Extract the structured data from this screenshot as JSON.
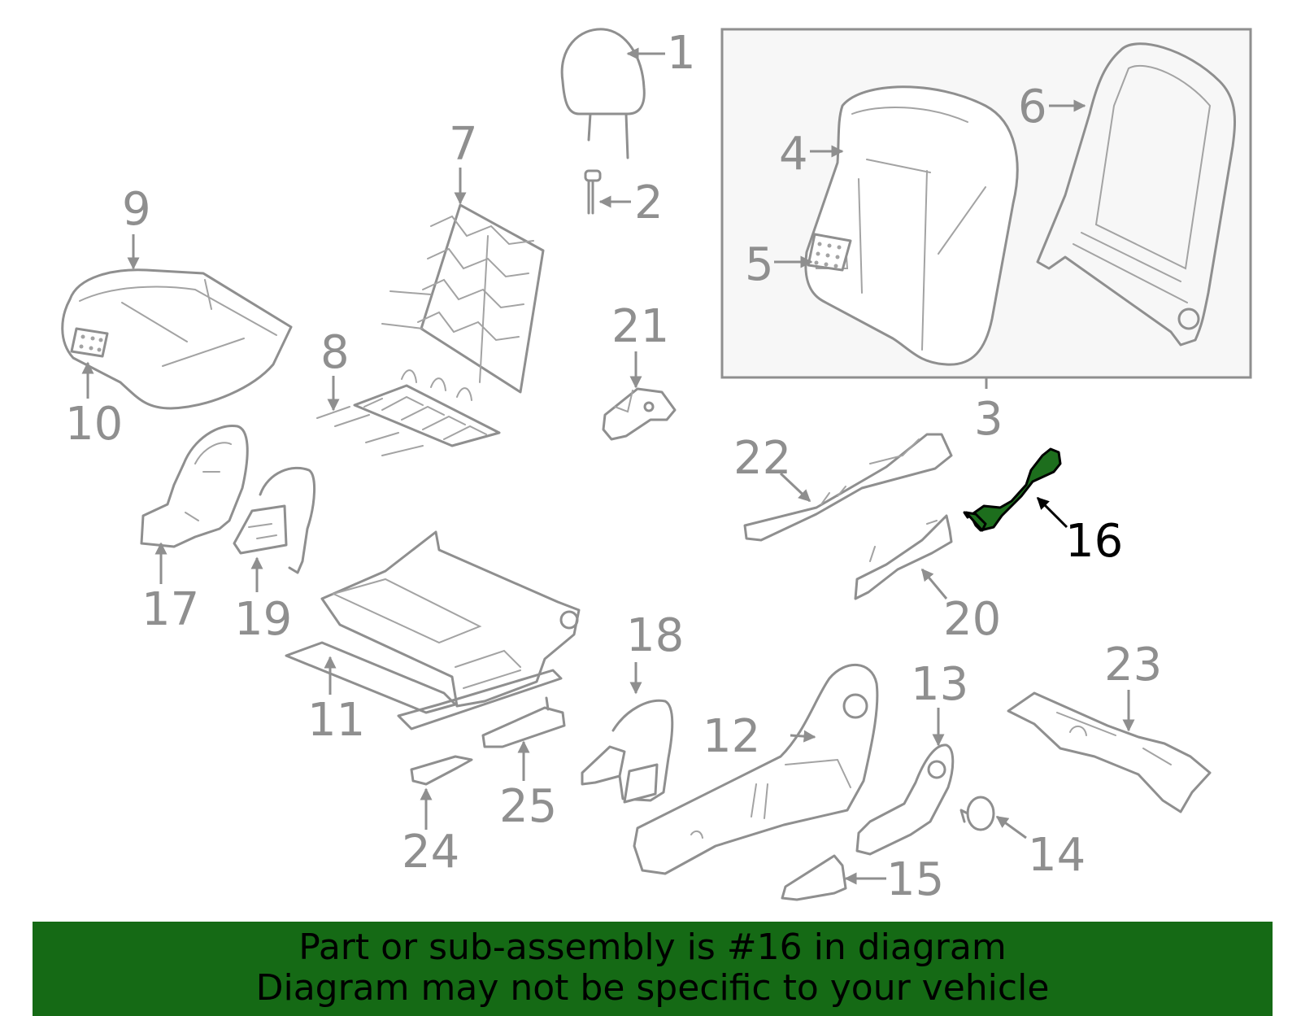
{
  "highlight_color": "#156a15",
  "part_stroke_color": "#8f8f8f",
  "callouts": {
    "c1": "1",
    "c2": "2",
    "c3": "3",
    "c4": "4",
    "c5": "5",
    "c6": "6",
    "c7": "7",
    "c8": "8",
    "c9": "9",
    "c10": "10",
    "c11": "11",
    "c12": "12",
    "c13": "13",
    "c14": "14",
    "c15": "15",
    "c16": "16",
    "c17": "17",
    "c18": "18",
    "c19": "19",
    "c20": "20",
    "c21": "21",
    "c22": "22",
    "c23": "23",
    "c24": "24",
    "c25": "25"
  },
  "banner": {
    "line1": "Part or sub-assembly is #16 in diagram",
    "line2": "Diagram may not be specific to your vehicle"
  }
}
